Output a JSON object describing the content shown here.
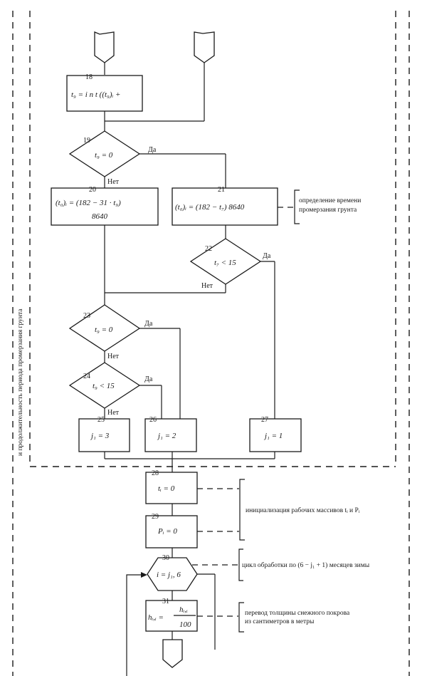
{
  "diagram": {
    "type": "flowchart",
    "side_label": "и продолжительность периода промерзания грунта",
    "blocks": [
      {
        "id": "18",
        "kind": "process",
        "text": "t₉ = i n t ((t₉)ᵢ +"
      },
      {
        "id": "19",
        "kind": "decision",
        "text": "t₉ = 0",
        "yes": "Да",
        "no": "Нет"
      },
      {
        "id": "20",
        "kind": "process",
        "text": "(t₀)ᵢ = (182 − 31 · t₉)",
        "text2": "8640"
      },
      {
        "id": "21",
        "kind": "process",
        "text": "(t₀)ᵢ = (182 − t₇) 8640"
      },
      {
        "id": "22",
        "kind": "decision",
        "text": "t₇ < 15",
        "yes": "Да",
        "no": "Нет"
      },
      {
        "id": "23",
        "kind": "decision",
        "text": "t₉ = 0",
        "yes": "Да",
        "no": "Нет"
      },
      {
        "id": "24",
        "kind": "decision",
        "text": "t₉ < 15",
        "yes": "Да",
        "no": "Нет"
      },
      {
        "id": "25",
        "kind": "process",
        "text": "j₁ = 3"
      },
      {
        "id": "26",
        "kind": "process",
        "text": "j₁ = 2"
      },
      {
        "id": "27",
        "kind": "process",
        "text": "j₁ = 1"
      },
      {
        "id": "28",
        "kind": "process",
        "text": "tᵢ = 0"
      },
      {
        "id": "29",
        "kind": "process",
        "text": "Pᵢ = 0"
      },
      {
        "id": "30",
        "kind": "loop",
        "text": "i = j₁, 6"
      },
      {
        "id": "31",
        "kind": "process",
        "text": "hᵢ,ᵢ =",
        "numerator": "hᵢ,ᵢ",
        "denominator": "100"
      }
    ],
    "annotations": [
      {
        "target": "21",
        "text1": "определение времени",
        "text2": "промерзания грунта"
      },
      {
        "target": "28-29",
        "text1": "инициализация рабочих массивов tᵢ и Pᵢ"
      },
      {
        "target": "30",
        "text1": "цикл обработки по (6 − j₁ + 1) месяцев зимы"
      },
      {
        "target": "31",
        "text1": "перевод толщины снежного покрова",
        "text2": "из сантиметров в метры"
      }
    ]
  }
}
